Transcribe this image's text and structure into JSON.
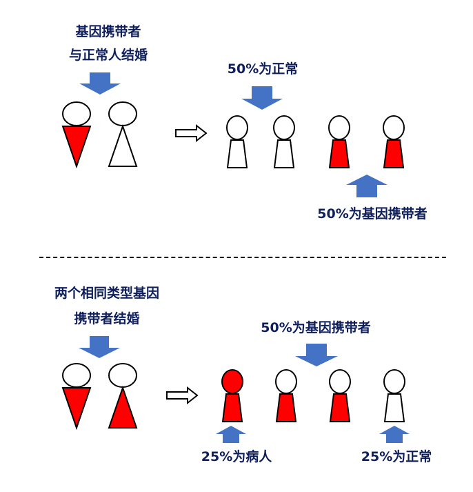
{
  "colors": {
    "text": "#0f1f5c",
    "arrow_blue": "#4472c4",
    "carrier_red": "#ff0000",
    "outline": "#000000",
    "normal_white": "#ffffff"
  },
  "section_top": {
    "title_line1": "基因携带者",
    "title_line2": "与正常人结婚",
    "parents": [
      {
        "sex": "female",
        "status": "carrier",
        "body_color": "#ff0000"
      },
      {
        "sex": "male",
        "status": "normal",
        "body_color": "#ffffff"
      }
    ],
    "result_arrow": "hollow-right-arrow",
    "children": [
      {
        "status": "normal",
        "head_color": "#ffffff",
        "body_color": "#ffffff"
      },
      {
        "status": "normal",
        "head_color": "#ffffff",
        "body_color": "#ffffff"
      },
      {
        "status": "carrier",
        "head_color": "#ffffff",
        "body_color": "#ff0000"
      },
      {
        "status": "carrier",
        "head_color": "#ffffff",
        "body_color": "#ff0000"
      }
    ],
    "label_normal": "50%为正常",
    "label_carrier": "50%为基因携带者"
  },
  "section_bottom": {
    "title_line1": "两个相同类型基因",
    "title_line2": "携带者结婚",
    "parents": [
      {
        "sex": "female",
        "status": "carrier",
        "body_color": "#ff0000"
      },
      {
        "sex": "male",
        "status": "carrier",
        "body_color": "#ff0000"
      }
    ],
    "result_arrow": "hollow-right-arrow",
    "children": [
      {
        "status": "affected",
        "head_color": "#ff0000",
        "body_color": "#ff0000"
      },
      {
        "status": "carrier",
        "head_color": "#ffffff",
        "body_color": "#ff0000"
      },
      {
        "status": "carrier",
        "head_color": "#ffffff",
        "body_color": "#ff0000"
      },
      {
        "status": "normal",
        "head_color": "#ffffff",
        "body_color": "#ffffff"
      }
    ],
    "label_carrier": "50%为基因携带者",
    "label_affected": "25%为病人",
    "label_normal": "25%为正常"
  }
}
